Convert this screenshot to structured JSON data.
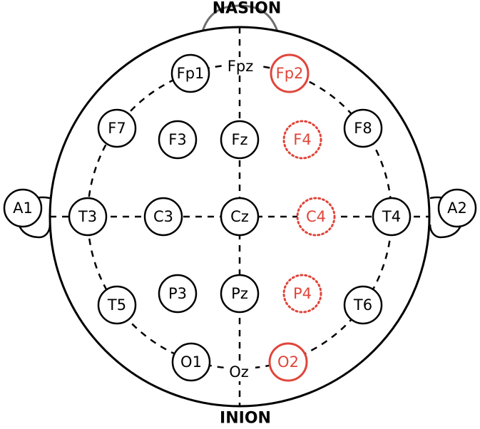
{
  "labels": {
    "nasion": "NASION",
    "inion": "INION",
    "fpz": "Fpz",
    "oz": "Oz"
  },
  "colors": {
    "ink": "#000000",
    "highlight": "#e0453a",
    "ear": "#6e6e6e"
  },
  "electrodes": [
    {
      "id": "fp1",
      "label": "Fp1",
      "style": "normal"
    },
    {
      "id": "fp2",
      "label": "Fp2",
      "style": "highlight"
    },
    {
      "id": "f7",
      "label": "F7",
      "style": "normal"
    },
    {
      "id": "f3",
      "label": "F3",
      "style": "normal"
    },
    {
      "id": "fz",
      "label": "Fz",
      "style": "normal"
    },
    {
      "id": "f4",
      "label": "F4",
      "style": "dotted"
    },
    {
      "id": "f8",
      "label": "F8",
      "style": "normal"
    },
    {
      "id": "a1",
      "label": "A1",
      "style": "normal"
    },
    {
      "id": "t3",
      "label": "T3",
      "style": "normal"
    },
    {
      "id": "c3",
      "label": "C3",
      "style": "normal"
    },
    {
      "id": "cz",
      "label": "Cz",
      "style": "normal"
    },
    {
      "id": "c4",
      "label": "C4",
      "style": "dotted"
    },
    {
      "id": "t4",
      "label": "T4",
      "style": "normal"
    },
    {
      "id": "a2",
      "label": "A2",
      "style": "normal"
    },
    {
      "id": "t5",
      "label": "T5",
      "style": "normal"
    },
    {
      "id": "p3",
      "label": "P3",
      "style": "normal"
    },
    {
      "id": "pz",
      "label": "Pz",
      "style": "normal"
    },
    {
      "id": "p4",
      "label": "P4",
      "style": "dotted"
    },
    {
      "id": "t6",
      "label": "T6",
      "style": "normal"
    },
    {
      "id": "o1",
      "label": "O1",
      "style": "normal"
    },
    {
      "id": "o2",
      "label": "O2",
      "style": "highlight"
    }
  ]
}
